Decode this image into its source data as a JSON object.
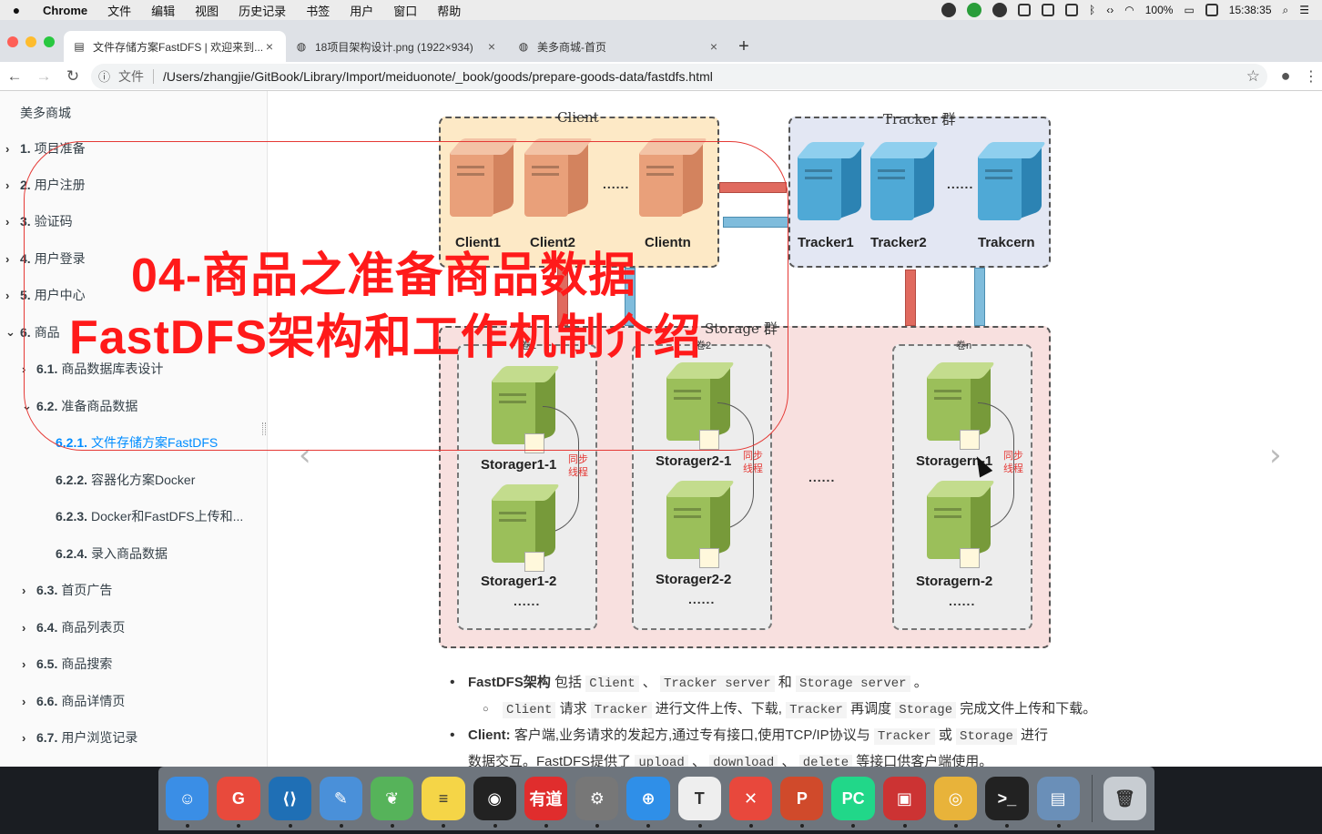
{
  "menubar": {
    "app": "Chrome",
    "items": [
      "文件",
      "编辑",
      "视图",
      "历史记录",
      "书签",
      "用户",
      "窗口",
      "帮助"
    ],
    "battery": "100%",
    "time": "15:38:35"
  },
  "tabs": [
    {
      "title": "文件存储方案FastDFS | 欢迎来到...",
      "icon": "book-icon"
    },
    {
      "title": "18项目架构设计.png (1922×934)",
      "icon": "globe-icon"
    },
    {
      "title": "美多商城-首页",
      "icon": "globe-icon"
    }
  ],
  "address": {
    "scheme": "文件",
    "url": "/Users/zhangjie/GitBook/Library/Import/meiduonote/_book/goods/prepare-goods-data/fastdfs.html"
  },
  "sidebar": {
    "title": "美多商城",
    "items": [
      {
        "num": "1.",
        "label": "项目准备"
      },
      {
        "num": "2.",
        "label": "用户注册"
      },
      {
        "num": "3.",
        "label": "验证码"
      },
      {
        "num": "4.",
        "label": "用户登录"
      },
      {
        "num": "5.",
        "label": "用户中心"
      },
      {
        "num": "6.",
        "label": "商品"
      },
      {
        "num": "6.1.",
        "label": "商品数据库表设计"
      },
      {
        "num": "6.2.",
        "label": "准备商品数据"
      },
      {
        "num": "6.2.1.",
        "label": "文件存储方案FastDFS"
      },
      {
        "num": "6.2.2.",
        "label": "容器化方案Docker"
      },
      {
        "num": "6.2.3.",
        "label": "Docker和FastDFS上传和..."
      },
      {
        "num": "6.2.4.",
        "label": "录入商品数据"
      },
      {
        "num": "6.3.",
        "label": "首页广告"
      },
      {
        "num": "6.4.",
        "label": "商品列表页"
      },
      {
        "num": "6.5.",
        "label": "商品搜索"
      },
      {
        "num": "6.6.",
        "label": "商品详情页"
      },
      {
        "num": "6.7.",
        "label": "用户浏览记录"
      }
    ]
  },
  "diagram": {
    "client_group": "Client",
    "tracker_group": "Tracker 群",
    "storage_group": "Storage 群",
    "clients": [
      "Client1",
      "Client2",
      "Clientn"
    ],
    "trackers": [
      "Tracker1",
      "Tracker2",
      "Trakcern"
    ],
    "volumes": [
      "卷1",
      "卷2",
      "卷n"
    ],
    "storages": [
      "Storager1-1",
      "Storager1-2",
      "Storager2-1",
      "Storager2-2",
      "Storagern-1",
      "Storagern-2"
    ],
    "sync_label": "同步线程",
    "ellipsis": "......"
  },
  "overlay": {
    "line1": "04-商品之准备商品数据",
    "line2": "FastDFS架构和工作机制介绍"
  },
  "notes": {
    "b1_bold": "FastDFS架构",
    "b1_text": "包括",
    "b1_code1": "Client",
    "b1_sep": "、",
    "b1_code2": "Tracker server",
    "b1_and": "和",
    "b1_code3": "Storage server",
    "b1_end": "。",
    "s1_code1": "Client",
    "s1_t1": "请求",
    "s1_code2": "Tracker",
    "s1_t2": "进行文件上传、下载,",
    "s1_code3": "Tracker",
    "s1_t3": "再调度",
    "s1_code4": "Storage",
    "s1_t4": "完成文件上传和下载。",
    "b2_bold": "Client:",
    "b2_t1": "客户端,业务请求的发起方,通过专有接口,使用TCP/IP协议与",
    "b2_code1": "Tracker",
    "b2_or": "或",
    "b2_code2": "Storage",
    "b2_t2": "进行",
    "b2_line2": "数据交互。FastDFS提供了",
    "b2_code3": "upload",
    "b2_code4": "download",
    "b2_code5": "delete",
    "b2_end": "等接口供客户端使用。"
  },
  "dock": [
    {
      "name": "finder-icon",
      "color": "#3a8ee6",
      "glyph": "☺"
    },
    {
      "name": "gitmind-icon",
      "color": "#e84a3c",
      "glyph": "G"
    },
    {
      "name": "vscode-icon",
      "color": "#1f6fb5",
      "glyph": "⟨⟩"
    },
    {
      "name": "pencil-app-icon",
      "color": "#4a90d9",
      "glyph": "✎"
    },
    {
      "name": "mindnode-icon",
      "color": "#56b35a",
      "glyph": "❦"
    },
    {
      "name": "notes-icon",
      "color": "#f5d547",
      "glyph": "≡"
    },
    {
      "name": "obs-icon",
      "color": "#222222",
      "glyph": "◉"
    },
    {
      "name": "youdao-icon",
      "color": "#e02d2d",
      "glyph": "有道"
    },
    {
      "name": "system-prefs-icon",
      "color": "#777777",
      "glyph": "⚙"
    },
    {
      "name": "safari-icon",
      "color": "#2f8fe8",
      "glyph": "⊕"
    },
    {
      "name": "typora-icon",
      "color": "#eeeeee",
      "glyph": "T"
    },
    {
      "name": "xmind-icon",
      "color": "#e8483c",
      "glyph": "✕"
    },
    {
      "name": "powerpoint-icon",
      "color": "#d04a2b",
      "glyph": "P"
    },
    {
      "name": "pycharm-icon",
      "color": "#21d789",
      "glyph": "PC"
    },
    {
      "name": "parallels-icon",
      "color": "#cc3333",
      "glyph": "▣"
    },
    {
      "name": "chrome-icon",
      "color": "#e8b33a",
      "glyph": "◎"
    },
    {
      "name": "terminal-icon",
      "color": "#222222",
      "glyph": ">_"
    },
    {
      "name": "preview-icon",
      "color": "#6a8fb8",
      "glyph": "▤"
    },
    {
      "name": "trash-icon",
      "color": "#c8cdd2",
      "glyph": "🗑"
    }
  ]
}
